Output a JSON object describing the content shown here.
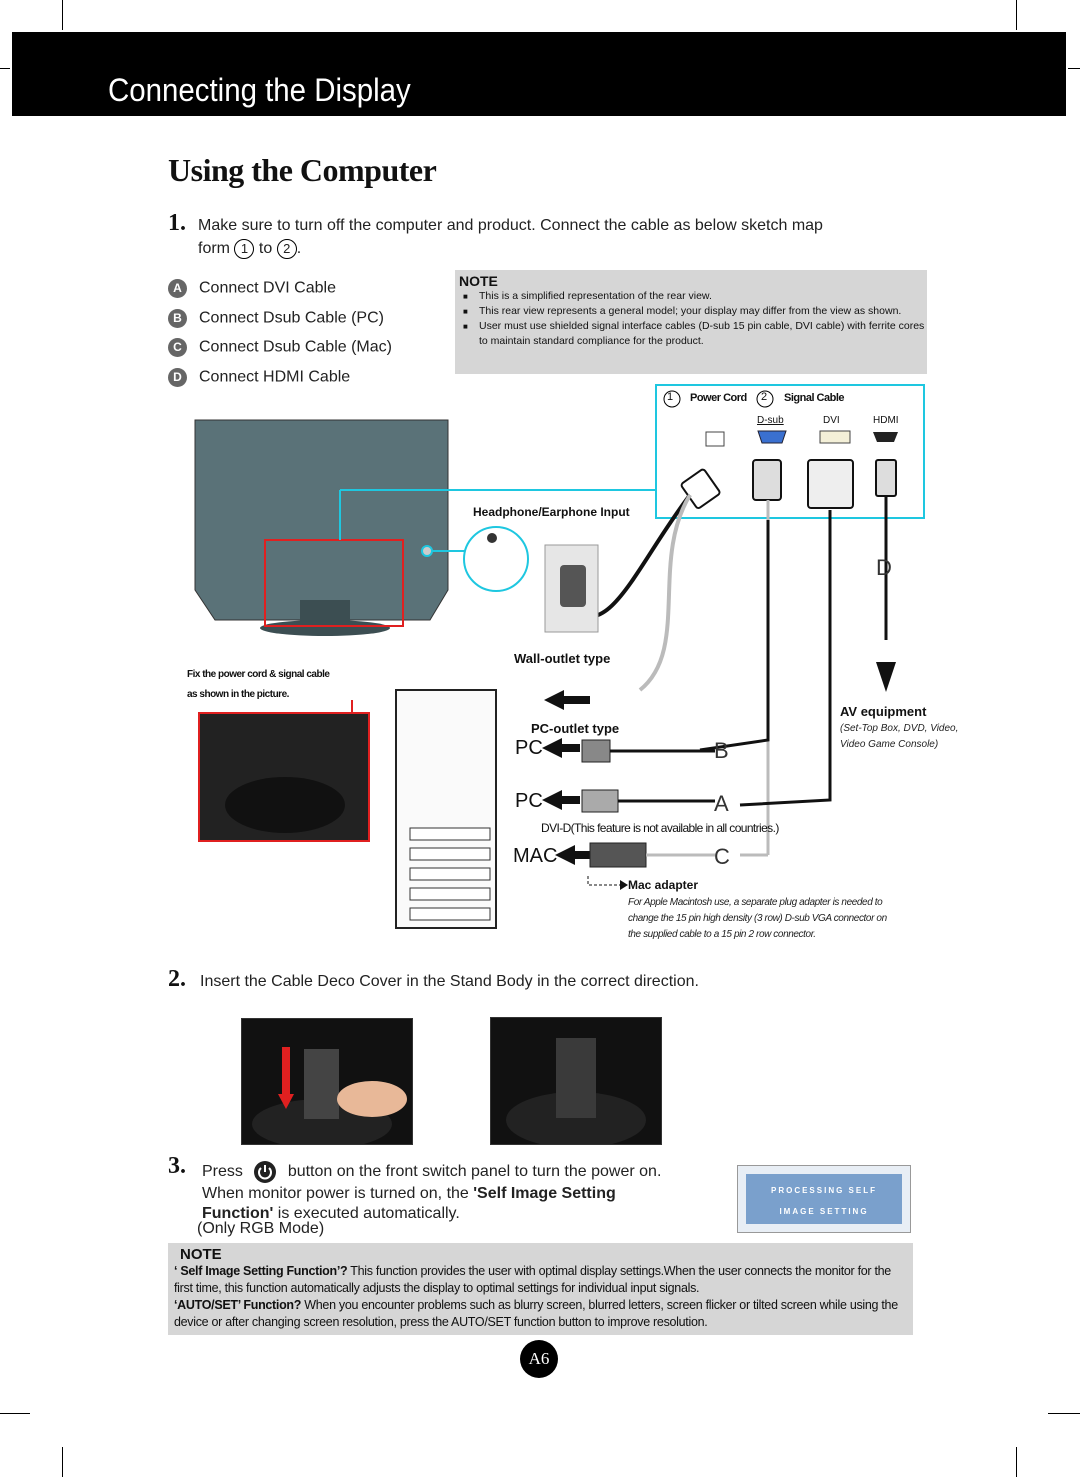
{
  "header": {
    "title": "Connecting the Display"
  },
  "section_title": "Using the Computer",
  "step1": {
    "number": "1.",
    "text": "Make sure to turn off the computer and  product. Connect the cable as below sketch map",
    "text2_prefix": "form",
    "circle_from": "1",
    "text2_mid": "to",
    "circle_to": "2",
    "text2_suffix": "."
  },
  "legend": [
    {
      "letter": "A",
      "label": "Connect DVI Cable"
    },
    {
      "letter": "B",
      "label": "Connect Dsub Cable (PC)"
    },
    {
      "letter": "C",
      "label": "Connect Dsub Cable (Mac)"
    },
    {
      "letter": "D",
      "label": "Connect HDMI Cable"
    }
  ],
  "note1": {
    "heading": "NOTE",
    "items": [
      "This is a simplified representation of the rear view.",
      "This rear view represents a general model; your display may differ from the view as shown.",
      "User must use shielded signal interface cables (D-sub 15 pin cable, DVI cable) with ferrite cores to maintain standard compliance for the product."
    ]
  },
  "diagram": {
    "power_num": "1",
    "power_cord": "Power Cord",
    "signal_num": "2",
    "signal_cable": "Signal Cable",
    "dsub": "D-sub",
    "dvi": "DVI",
    "hdmi": "HDMI",
    "headphone": "Headphone/Earphone Input",
    "wall_outlet": "Wall-outlet type",
    "pc_outlet": "PC-outlet type",
    "fix_note_line1": "Fix the power cord & signal cable",
    "fix_note_line2": "as shown in the picture.",
    "pc1": "PC",
    "pc2": "PC",
    "mac": "MAC",
    "letter_a": "A",
    "letter_b": "B",
    "letter_c": "C",
    "letter_d": "D",
    "dvi_note": "DVI-D(This feature is not available in all countries.)",
    "av_title": "AV equipment",
    "av_sub1": "(Set-Top Box, DVD, Video,",
    "av_sub2": "Video Game Console)",
    "mac_adapter": "Mac adapter",
    "mac_note1": "For Apple Macintosh use, a  separate plug adapter is needed to",
    "mac_note2": "change the 15 pin high density (3 row) D-sub VGA connector on",
    "mac_note3": "the supplied cable to a 15 pin  2 row connector."
  },
  "step2": {
    "number": "2.",
    "text": "Insert the Cable Deco Cover in the Stand Body in the correct direction."
  },
  "step3": {
    "number": "3.",
    "press": "Press",
    "line1": "button on the front switch panel to turn the power on.",
    "line2_a": "When monitor power is turned on, the ",
    "line2_b": "'Self Image Setting",
    "line3_a": "Function'",
    "line3_b": " is executed automatically.",
    "line4": "(Only RGB Mode)",
    "osd_line1": "PROCESSING SELF",
    "osd_line2": "IMAGE SETTING"
  },
  "note2": {
    "heading": "NOTE",
    "term1": "‘ Self Image Setting Function’?",
    "text1": " This function provides the user with optimal display settings.When the user connects the monitor for the first time, this function automatically adjusts the display to optimal settings for individual input signals.",
    "term2": "‘AUTO/SET’ Function?",
    "text2": " When you encounter problems such as blurry screen, blurred letters, screen flicker or tilted screen while using the device or after changing screen resolution, press the AUTO/SET function button to improve resolution."
  },
  "page_number": "A6",
  "colors": {
    "header_bg": "#000000",
    "note_bg": "#d6d6d6",
    "cyan_line": "#1ec7e0",
    "red_line": "#e02020",
    "monitor_body": "#5a7278",
    "osd_blue": "#7aa0cc"
  }
}
